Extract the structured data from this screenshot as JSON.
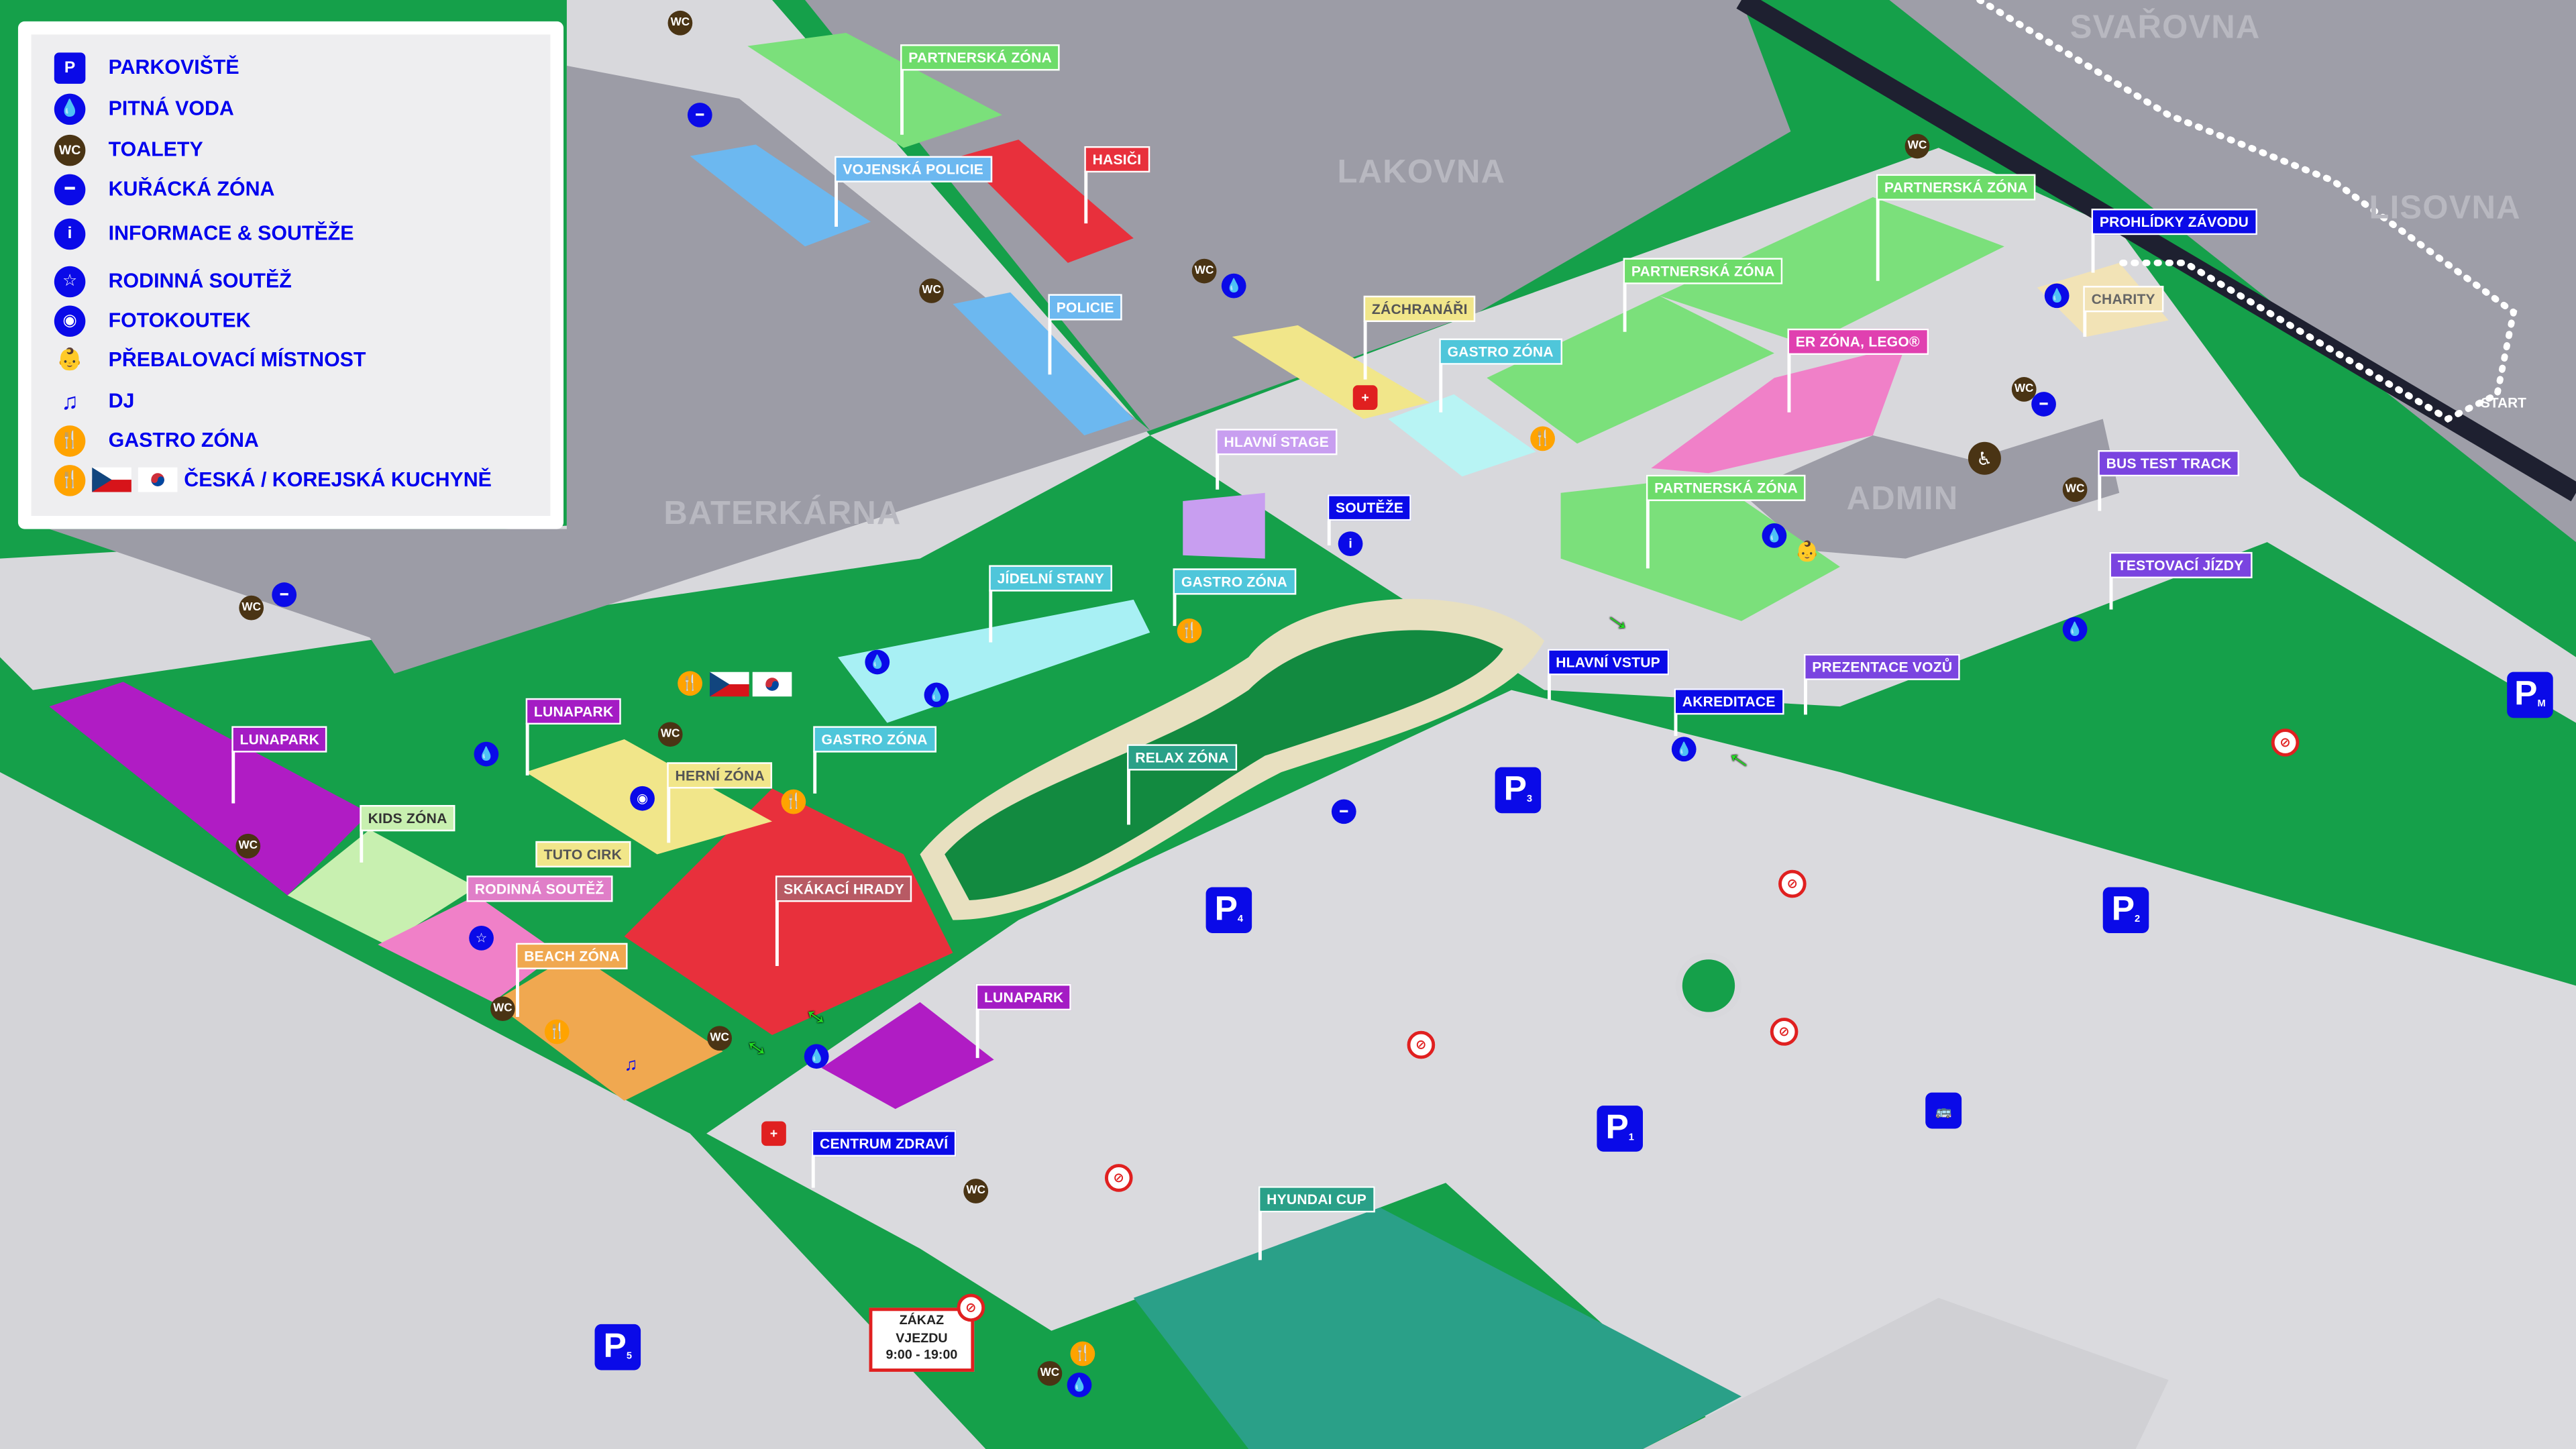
{
  "legend": {
    "items": [
      {
        "icon": "parking-icon",
        "label": "PARKOVIŠTĚ"
      },
      {
        "icon": "water-drop-icon",
        "label": "PITNÁ VODA"
      },
      {
        "icon": "wc-icon",
        "label": "TOALETY"
      },
      {
        "icon": "smoking-icon",
        "label": "KUŘÁCKÁ ZÓNA"
      },
      {
        "icon": "info-icon",
        "label": "INFORMACE & SOUTĚŽE"
      },
      {
        "icon": "star-icon",
        "label": "RODINNÁ SOUTĚŽ"
      },
      {
        "icon": "camera-icon",
        "label": "FOTOKOUTEK"
      },
      {
        "icon": "baby-changing-icon",
        "label": "PŘEBALOVACÍ MÍSTNOST"
      },
      {
        "icon": "dj-icon",
        "label": "DJ"
      },
      {
        "icon": "cutlery-icon",
        "label": "GASTRO ZÓNA"
      },
      {
        "icon": "cutlery-flags-icon",
        "label": "ČESKÁ / KOREJSKÁ KUCHYNĚ"
      }
    ]
  },
  "buildings": {
    "lakovna": "LAKOVNA",
    "baterkarna": "BATERKÁRNA",
    "admin": "ADMIN",
    "svarovna": "SVAŘOVNA",
    "lisovna": "LISOVNA",
    "start": "START"
  },
  "zones": {
    "partner1": "PARTNERSKÁ ZÓNA",
    "vojenska_policie": "VOJENSKÁ POLICIE",
    "hasici": "HASIČI",
    "policie": "POLICIE",
    "zachranari": "ZÁCHRANÁŘI",
    "gastro1": "GASTRO ZÓNA",
    "partner2": "PARTNERSKÁ ZÓNA",
    "partner3": "PARTNERSKÁ ZÓNA",
    "prohlidky": "PROHLÍDKY ZÁVODU",
    "charity": "CHARITY",
    "lego": "ER ZÓNA, LEGO®",
    "partner4": "PARTNERSKÁ ZÓNA",
    "bus_test": "BUS TEST TRACK",
    "testovaci": "TESTOVACÍ JÍZDY",
    "prezentace": "PREZENTACE VOZŮ",
    "hlavni_vstup": "HLAVNÍ VSTUP",
    "akreditace": "AKREDITACE",
    "souteze": "SOUTĚŽE",
    "hlavni_stage": "HLAVNÍ STAGE",
    "jidelni": "JÍDELNÍ STANY",
    "gastro2": "GASTRO ZÓNA",
    "gastro3": "GASTRO ZÓNA",
    "relax": "RELAX ZÓNA",
    "lunapark1": "LUNAPARK",
    "lunapark2": "LUNAPARK",
    "herni": "HERNÍ ZÓNA",
    "kids": "KIDS ZÓNA",
    "tuto": "TUTO CIRK",
    "rodinna": "RODINNÁ SOUTĚŽ",
    "skakaci": "SKÁKACÍ HRADY",
    "beach": "BEACH ZÓNA",
    "lunapark3": "LUNAPARK",
    "centrum": "CENTRUM ZDRAVÍ",
    "hyundai": "HYUNDAI CUP"
  },
  "parking": {
    "p": "P",
    "n1": "1",
    "n2": "2",
    "n3": "3",
    "n4": "4",
    "n5": "5",
    "nm": "M"
  },
  "icons": {
    "wc": "WC",
    "info": "i"
  },
  "no_entry": {
    "line1": "ZÁKAZ",
    "line2": "VJEZDU",
    "line3": "9:00 - 19:00"
  },
  "colors": {
    "grass": "#15a04a",
    "road": "#d8d8dc",
    "building": "#9c9ca6",
    "brand_blue": "#0a0ae8",
    "wc_brown": "#4a3414",
    "gastro_orange": "#ffa300"
  }
}
